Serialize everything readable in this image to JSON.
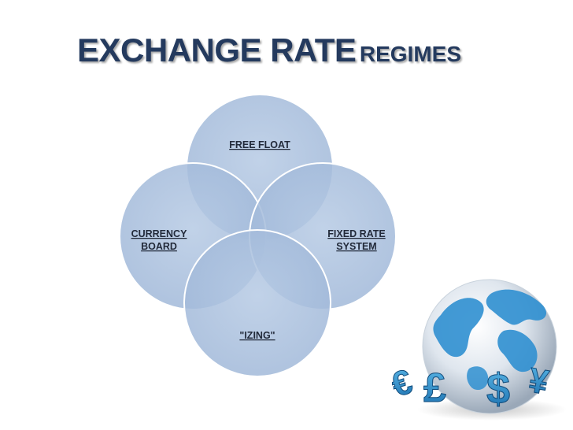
{
  "slide": {
    "title_main": "EXCHANGE RATE",
    "title_rest": "REGIMES"
  },
  "diagram": {
    "circles": [
      {
        "label": "FREE FLOAT"
      },
      {
        "label_line1": "CURRENCY",
        "label_line2": "BOARD"
      },
      {
        "label_line1": "FIXED RATE",
        "label_line2": "SYSTEM"
      },
      {
        "label": "\"IZING\""
      }
    ],
    "colors": {
      "fill": "#a7bedc",
      "stroke": "#ffffff",
      "title": "#243a5e"
    }
  },
  "decoration": {
    "image": "globe-with-currency-symbols-icon",
    "symbols": [
      "€",
      "£",
      "$",
      "¥"
    ]
  }
}
